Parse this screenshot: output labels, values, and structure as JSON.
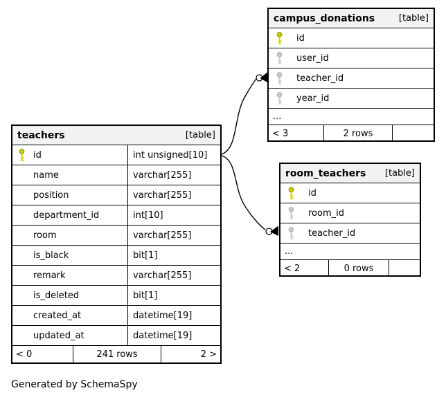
{
  "note": "Generated by SchemaSpy",
  "colors": {
    "header_bg": "#f2f2f2",
    "border": "#000000",
    "primary_key": "#d6d600",
    "primary_key_stroke": "#9c9c00",
    "foreign_key": "#cccccc",
    "foreign_key_stroke": "#b5b5b5",
    "edge": "#000000"
  },
  "icons": {
    "primary_key": "primary-key-icon",
    "foreign_key": "foreign-key-icon"
  },
  "tables": {
    "teachers": {
      "name": "teachers",
      "type_label": "[table]",
      "columns": [
        {
          "name": "id",
          "type": "int unsigned[10]",
          "key": "primary"
        },
        {
          "name": "name",
          "type": "varchar[255]",
          "key": ""
        },
        {
          "name": "position",
          "type": "varchar[255]",
          "key": ""
        },
        {
          "name": "department_id",
          "type": "int[10]",
          "key": ""
        },
        {
          "name": "room",
          "type": "varchar[255]",
          "key": ""
        },
        {
          "name": "is_black",
          "type": "bit[1]",
          "key": ""
        },
        {
          "name": "remark",
          "type": "varchar[255]",
          "key": ""
        },
        {
          "name": "is_deleted",
          "type": "bit[1]",
          "key": ""
        },
        {
          "name": "created_at",
          "type": "datetime[19]",
          "key": ""
        },
        {
          "name": "updated_at",
          "type": "datetime[19]",
          "key": ""
        }
      ],
      "footer": {
        "prev": "< 0",
        "rows": "241 rows",
        "next": "2 >"
      }
    },
    "campus_donations": {
      "name": "campus_donations",
      "type_label": "[table]",
      "columns": [
        {
          "name": "id",
          "key": "primary"
        },
        {
          "name": "user_id",
          "key": "foreign"
        },
        {
          "name": "teacher_id",
          "key": "foreign"
        },
        {
          "name": "year_id",
          "key": "foreign"
        }
      ],
      "ellipsis": "...",
      "footer": {
        "prev": "< 3",
        "rows": "2 rows",
        "next": ""
      }
    },
    "room_teachers": {
      "name": "room_teachers",
      "type_label": "[table]",
      "columns": [
        {
          "name": "id",
          "key": "primary"
        },
        {
          "name": "room_id",
          "key": "foreign"
        },
        {
          "name": "teacher_id",
          "key": "foreign"
        }
      ],
      "ellipsis": "...",
      "footer": {
        "prev": "< 2",
        "rows": "0 rows",
        "next": ""
      }
    }
  },
  "relationships": [
    {
      "from": "teachers.id",
      "to": "campus_donations.teacher_id"
    },
    {
      "from": "teachers.id",
      "to": "room_teachers.teacher_id"
    }
  ]
}
